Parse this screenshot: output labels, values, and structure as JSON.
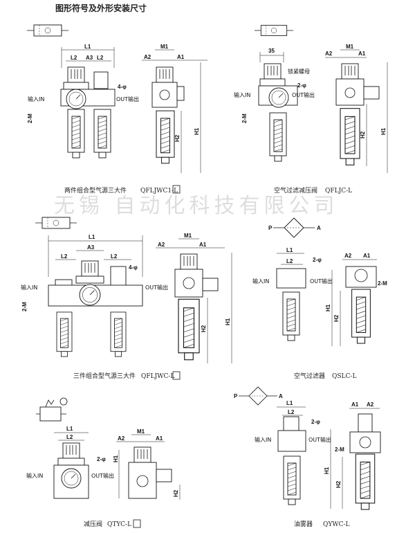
{
  "title": "图形符号及外形安装尺寸",
  "watermark": "无锡 自动化科技有限公司",
  "common": {
    "in_label": "输入IN",
    "out_label": "OUT输出"
  },
  "panels": [
    {
      "caption": "两件组合型气源三大件",
      "model": "QFLJWC1-L",
      "has_box": true,
      "dims": {
        "L1": "L1",
        "L2": "L2",
        "A3": "A3",
        "M1": "M1",
        "A2": "A2",
        "A1": "A1",
        "H1": "H1",
        "H2": "H2",
        "holes": "4-φ",
        "thread": "2-M"
      }
    },
    {
      "caption": "空气过滤减压阀",
      "model": "QFLJC-L",
      "has_box": false,
      "dims": {
        "W": "35",
        "nut": "锁紧螺母",
        "holes": "2-φ",
        "M1": "M1",
        "A2": "A2",
        "A1": "A1",
        "H1": "H1",
        "H2": "H2",
        "thread": "2-M"
      }
    },
    {
      "caption": "三件组合型气源三大件",
      "model": "QFLJWC-L",
      "has_box": true,
      "dims": {
        "L1": "L1",
        "L2": "L2",
        "A3": "A3",
        "M1": "M1",
        "A2": "A2",
        "A1": "A1",
        "H1": "H1",
        "H2": "H2",
        "holes": "4-φ",
        "thread": "2-M"
      }
    },
    {
      "caption": "空气过滤器",
      "model": "QSLC-L",
      "has_box": false,
      "symbol_p": "P",
      "symbol_a": "A",
      "dims": {
        "L1": "L1",
        "L2": "L2",
        "A2": "A2",
        "A1": "A1",
        "H1": "H1",
        "H2": "H2",
        "holes": "2-φ",
        "thread": "2-M"
      }
    },
    {
      "caption": "减压阀",
      "model": "QTYC-L",
      "has_box": true,
      "dims": {
        "L1": "L1",
        "L2": "L2",
        "A2": "A2",
        "M1": "M1",
        "A1": "A1",
        "H1": "H1",
        "H2": "H2",
        "holes": "2-φ"
      }
    },
    {
      "caption": "油雾器",
      "model": "QYWC-L",
      "has_box": false,
      "symbol_p": "P",
      "symbol_a": "A",
      "dims": {
        "L1": "L1",
        "L2": "L2",
        "A1": "A1",
        "A2": "A2",
        "H1": "H1",
        "H2": "H2",
        "holes": "2-φ",
        "thread": "2-M"
      }
    }
  ]
}
